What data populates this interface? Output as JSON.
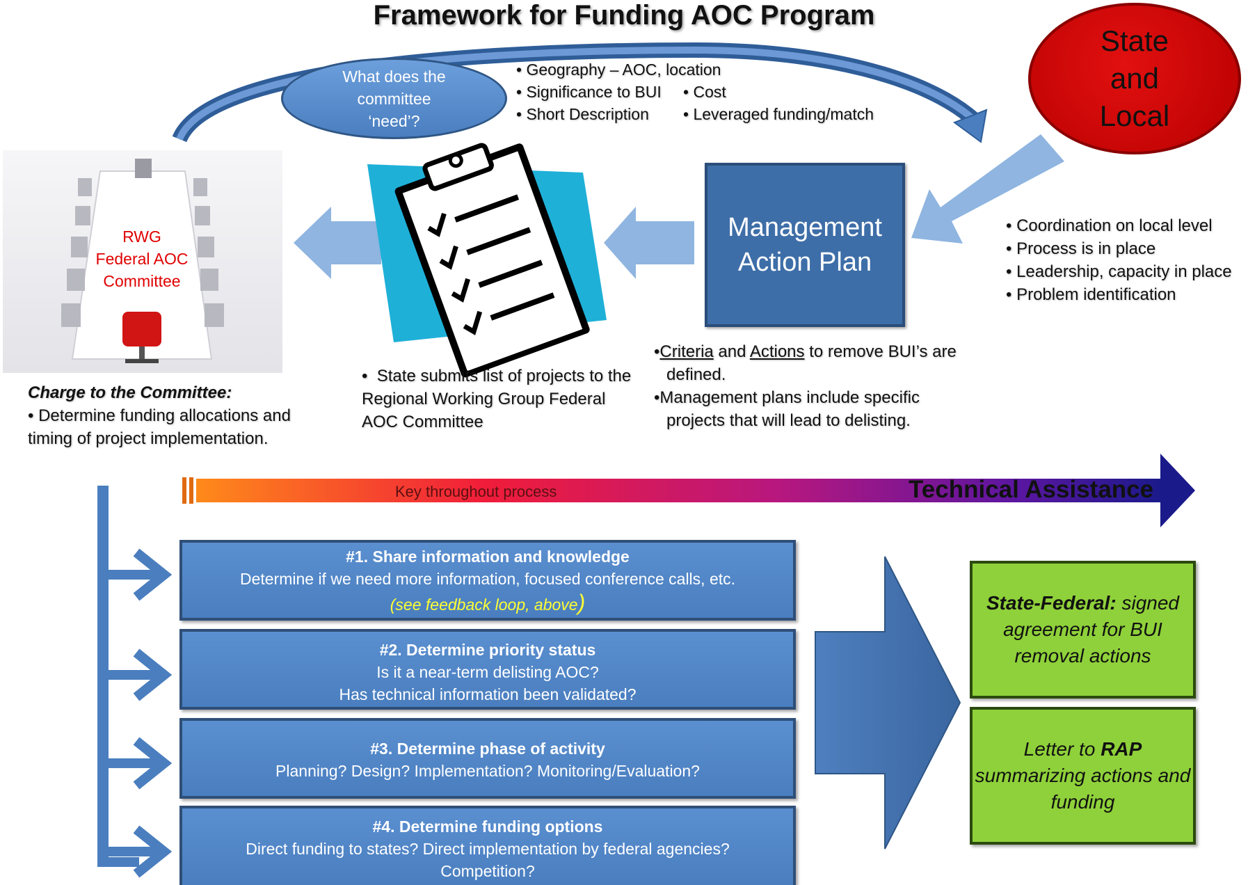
{
  "title": "Framework for Funding AOC Program",
  "need_oval": {
    "lines": [
      "What does the",
      "committee",
      "‘need’?"
    ]
  },
  "need_list": {
    "col1": [
      "Geography – AOC, location",
      "Significance to BUI",
      "Short Description"
    ],
    "col2": [
      "Cost",
      "Leveraged funding/match"
    ]
  },
  "state_local": {
    "lines": [
      "State",
      "and",
      "Local"
    ],
    "bullets": [
      "Coordination on local level",
      "Process is in place",
      "Leadership, capacity in place",
      "Problem identification"
    ],
    "color": "#d10000"
  },
  "committee_image": {
    "lines": [
      "RWG",
      "Federal AOC",
      "Committee"
    ],
    "label_color": "#e00000"
  },
  "charge": {
    "heading": "Charge to the Committee:",
    "bullet": "Determine funding allocations and timing of project implementation."
  },
  "clipboard": {
    "icon": "clipboard-checklist-icon",
    "bullet": "State submits list of projects to the Regional Working Group Federal AOC Committee"
  },
  "management": {
    "lines": [
      "Management",
      "Action Plan"
    ],
    "b1": {
      "u1": "Criteria",
      "t1": " and ",
      "u2": "Actions",
      "t2": " to remove BUI’s are defined."
    },
    "b2": "Management plans include specific projects that will lead to delisting."
  },
  "technical": {
    "key_label": "Key throughout process",
    "label": "Technical Assistance"
  },
  "steps": [
    {
      "title": "#1.  Share information and knowledge",
      "lines": [
        "Determine if we need more information, focused conference calls, etc."
      ],
      "note": "(see feedback loop, above",
      "note_close": ")"
    },
    {
      "title": "#2.  Determine priority status",
      "lines": [
        "Is it a near-term delisting AOC?",
        "Has technical information been validated?"
      ]
    },
    {
      "title": "#3.  Determine phase of activity",
      "lines": [
        "Planning? Design? Implementation? Monitoring/Evaluation?"
      ]
    },
    {
      "title": "#4.  Determine funding options",
      "lines": [
        "Direct funding to states? Direct implementation by federal agencies?",
        "Competition?"
      ]
    }
  ],
  "outcomes": [
    {
      "bold": "State-Federal:",
      "rest": " signed agreement for BUI removal actions"
    },
    {
      "pre": "Letter to ",
      "bold": "RAP",
      "rest": " summarizing actions and funding"
    }
  ],
  "colors": {
    "step_blue": "#4a7ebf",
    "outcome_green": "#8fd13a",
    "arrow_light_blue": "#8fb5e0",
    "arrow_dark_blue": "#3d6aa8",
    "note_yellow": "#ffff33"
  }
}
